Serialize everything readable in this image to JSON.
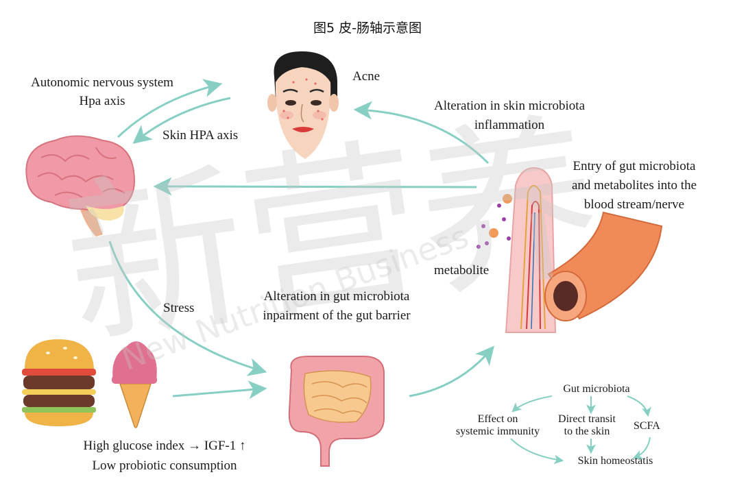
{
  "title": "图5 皮-肠轴示意图",
  "labels": {
    "autonomic": "Autonomic nervous system",
    "hpa": "Hpa axis",
    "skin_hpa": "Skin HPA axis",
    "acne": "Acne",
    "skin_microbiota": "Alteration in skin microbiota",
    "inflammation": "inflammation",
    "entry1": "Entry of gut microbiota",
    "entry2": "and metabolites into the",
    "entry3": "blood stream/nerve",
    "metabolite": "metabolite",
    "stress": "Stress",
    "gut_alt1": "Alteration in gut microbiota",
    "gut_alt2": "inpairment of the gut barrier",
    "glucose": "High glucose index → IGF-1 ↑",
    "probiotic": "Low probiotic consumption"
  },
  "mini_diagram": {
    "top": "Gut microbiota",
    "left1": "Effect on",
    "left2": "systemic immunity",
    "mid1": "Direct transit",
    "mid2": "to the skin",
    "right": "SCFA",
    "bottom": "Skin homeostatis"
  },
  "watermark": {
    "chars": "新营养",
    "latin": "New Nutrition Business"
  },
  "colors": {
    "arrow": "#86cfc2",
    "brain": "#ef9aa6",
    "gut": "#f0a3a8",
    "vessel": "#f08a58"
  }
}
